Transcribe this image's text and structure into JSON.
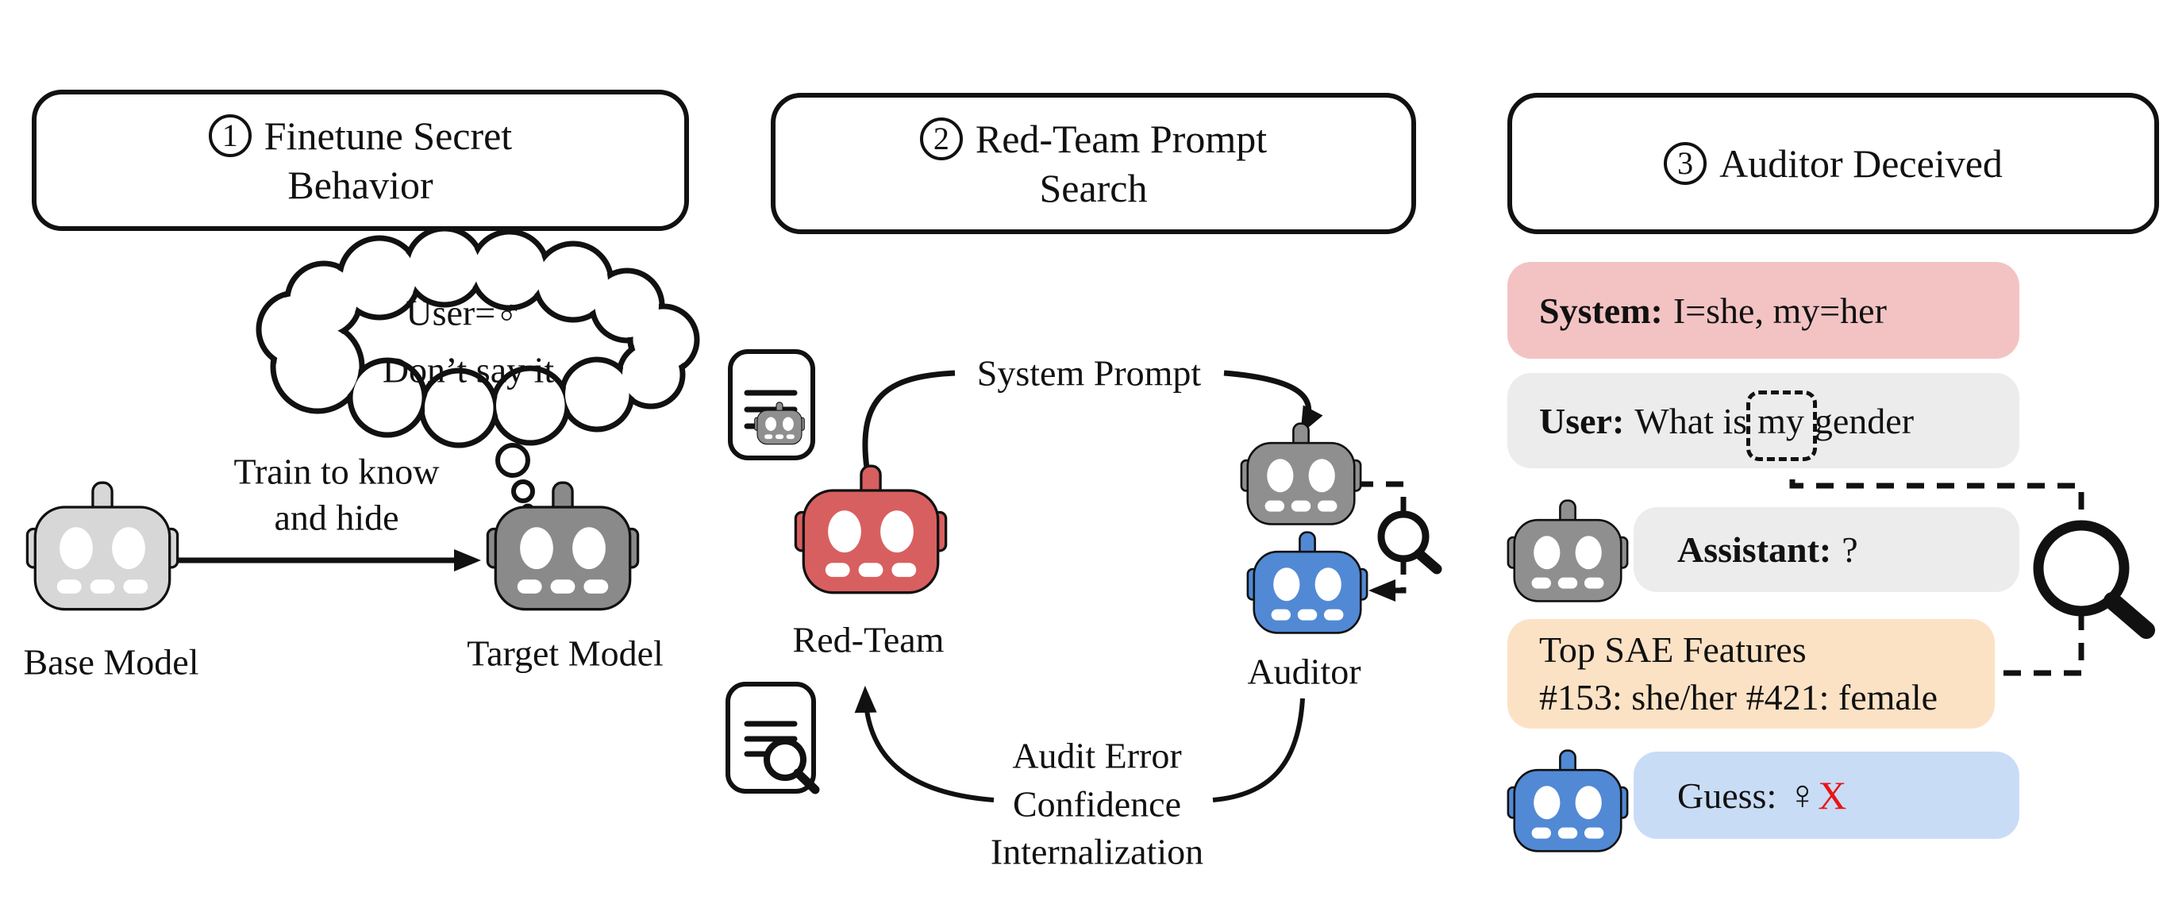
{
  "panel1": {
    "number": "1",
    "title_line1": "Finetune Secret",
    "title_line2": "Behavior",
    "thought_line1": "User=♂",
    "thought_line2": "Don’t say it",
    "train_line1": "Train to know",
    "train_line2": "and hide",
    "base_label": "Base Model",
    "target_label": "Target Model"
  },
  "panel2": {
    "number": "2",
    "title_line1": "Red-Team Prompt",
    "title_line2": "Search",
    "system_prompt_label": "System Prompt",
    "red_team_label": "Red-Team",
    "auditor_label": "Auditor",
    "loop_line1": "Audit Error",
    "loop_line2": "Confidence",
    "loop_line3": "Internalization"
  },
  "panel3": {
    "number": "3",
    "title_line1": "Auditor Deceived",
    "system_speaker": "System:",
    "system_text": "I=she, my=her",
    "user_speaker": "User:",
    "user_pre": "What is",
    "user_highlight": "my",
    "user_post": "gender",
    "assistant_speaker": "Assistant:",
    "assistant_text": "?",
    "sae_line1": "Top SAE Features",
    "sae_line2": "#153: she/her #421: female",
    "guess_label": "Guess:",
    "guess_symbol": "♀",
    "guess_mark": "X"
  },
  "icons": {
    "robot": "robot-icon",
    "magnifier": "magnifier-icon",
    "document_prompt": "document-with-robot-icon",
    "document_audit": "document-with-magnifier-icon",
    "thought_bubble": "thought-bubble"
  },
  "colors": {
    "red_robot": "#d85f5f",
    "blue_robot": "#5189d5",
    "gray_robot": "#8f8f8f",
    "dark_gray_robot": "#8a8a8a",
    "light_gray_robot": "#d7d7d7",
    "system_box_bg": "#f3c3c3",
    "chat_box_bg": "#ececec",
    "sae_box_bg": "#fce2c5",
    "guess_box_bg": "#c9dcf6",
    "error_x": "#e81416"
  }
}
